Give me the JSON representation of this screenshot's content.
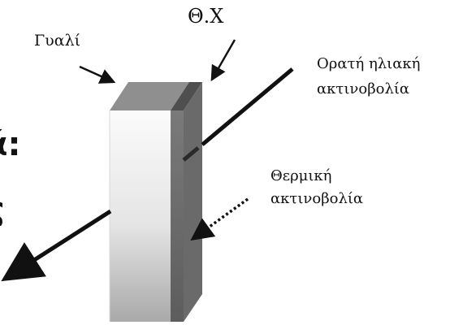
{
  "labels": {
    "glass": "Γυαλί",
    "coating": "Θ.Χ",
    "visible_solar_line1": "Ορατή ηλιακή",
    "visible_solar_line2": "ακτινοβολία",
    "thermal_line1": "Θερμική",
    "thermal_line2": "ακτινοβολία",
    "cut_text_1": "ά:",
    "cut_text_2": "ς"
  },
  "colors": {
    "ink": "#111111",
    "glass_light": "#f4f4f4",
    "glass_mid": "#cfcfcf",
    "glass_dark": "#8f8f8f",
    "glass_top": "#8a8a8a",
    "coating_front": "#6e6e6e",
    "coating_top": "#505050"
  }
}
